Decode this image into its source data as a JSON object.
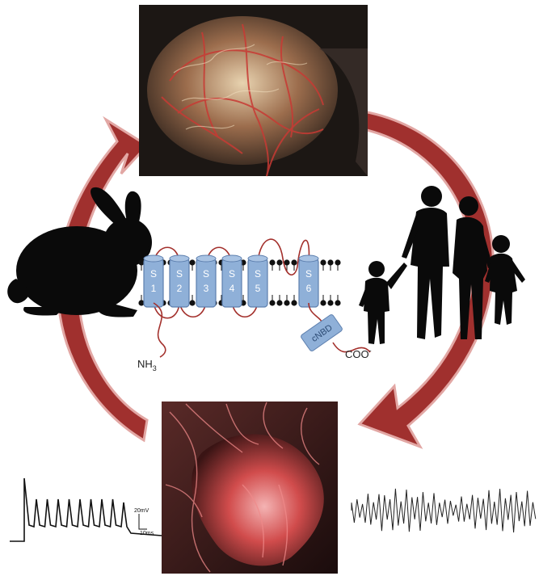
{
  "colors": {
    "arrow_fill": "#a0302e",
    "arrow_stroke": "#e2a7a4",
    "channel_fill": "#8fb0d8",
    "channel_stroke": "#5d7fae",
    "membrane_head": "#111111",
    "loop_line": "#a3302c",
    "silhouette": "#0a0a0a",
    "brain_bg": "#1c1714",
    "heart_bg": "#2a1414"
  },
  "icons": {
    "brain": "brain-illustration",
    "heart": "heart-illustration",
    "rabbit": "rabbit-silhouette",
    "family": "family-silhouette"
  },
  "channel": {
    "segments": [
      "S\n1",
      "S\n2",
      "S\n3",
      "S\n4",
      "S\n5",
      "S\n6"
    ],
    "segment_letter": "S",
    "segment_numbers": [
      "1",
      "2",
      "3",
      "4",
      "5",
      "6"
    ],
    "n_terminus": "NH",
    "n_terminus_sub": "3",
    "c_terminus": "COO",
    "c_terminus_sup": "-",
    "domain_label": "cNBD"
  },
  "action_potential": {
    "scale_voltage": "20mV",
    "scale_time": "10ms",
    "peak_count": 9
  },
  "ecg": {
    "trace": "polymorphic-ventricular-tachycardia"
  }
}
